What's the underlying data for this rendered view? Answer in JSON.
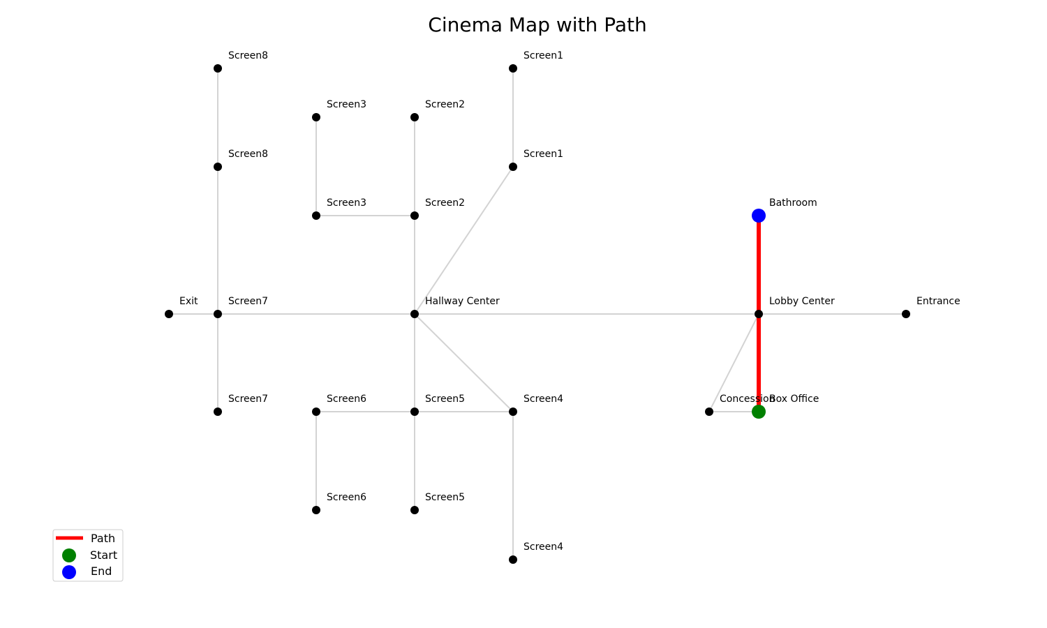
{
  "title": "Cinema Map with Path",
  "colors": {
    "edge": "#d3d3d3",
    "node": "#000000",
    "path": "#ff0000",
    "start": "#008000",
    "end": "#0000ff"
  },
  "nodes": [
    {
      "id": "screen8_top",
      "label": "Screen8"
    },
    {
      "id": "screen8_mid",
      "label": "Screen8"
    },
    {
      "id": "screen3_top",
      "label": "Screen3"
    },
    {
      "id": "screen3_mid",
      "label": "Screen3"
    },
    {
      "id": "screen2_top",
      "label": "Screen2"
    },
    {
      "id": "screen2_mid",
      "label": "Screen2"
    },
    {
      "id": "screen1_top",
      "label": "Screen1"
    },
    {
      "id": "screen1_mid",
      "label": "Screen1"
    },
    {
      "id": "bathroom",
      "label": "Bathroom"
    },
    {
      "id": "exit",
      "label": "Exit"
    },
    {
      "id": "screen7_mid",
      "label": "Screen7"
    },
    {
      "id": "hallway_center",
      "label": "Hallway Center"
    },
    {
      "id": "lobby_center",
      "label": "Lobby Center"
    },
    {
      "id": "entrance",
      "label": "Entrance"
    },
    {
      "id": "screen7_bot",
      "label": "Screen7"
    },
    {
      "id": "screen6_mid",
      "label": "Screen6"
    },
    {
      "id": "screen5_mid",
      "label": "Screen5"
    },
    {
      "id": "screen4_mid",
      "label": "Screen4"
    },
    {
      "id": "concession",
      "label": "Concession"
    },
    {
      "id": "box_office",
      "label": "Box Office"
    },
    {
      "id": "screen6_bot",
      "label": "Screen6"
    },
    {
      "id": "screen5_bot",
      "label": "Screen5"
    },
    {
      "id": "screen4_bot",
      "label": "Screen4"
    }
  ],
  "edges": [
    [
      "screen8_top",
      "screen8_mid"
    ],
    [
      "screen8_mid",
      "screen7_mid"
    ],
    [
      "screen3_top",
      "screen3_mid"
    ],
    [
      "screen3_mid",
      "screen2_mid"
    ],
    [
      "screen2_top",
      "screen2_mid"
    ],
    [
      "screen2_mid",
      "hallway_center"
    ],
    [
      "screen1_top",
      "screen1_mid"
    ],
    [
      "screen1_mid",
      "hallway_center"
    ],
    [
      "exit",
      "screen7_mid"
    ],
    [
      "screen7_mid",
      "hallway_center"
    ],
    [
      "screen7_mid",
      "screen7_bot"
    ],
    [
      "hallway_center",
      "lobby_center"
    ],
    [
      "hallway_center",
      "screen5_mid"
    ],
    [
      "hallway_center",
      "screen4_mid"
    ],
    [
      "lobby_center",
      "entrance"
    ],
    [
      "lobby_center",
      "concession"
    ],
    [
      "lobby_center",
      "bathroom"
    ],
    [
      "lobby_center",
      "box_office"
    ],
    [
      "concession",
      "box_office"
    ],
    [
      "screen6_mid",
      "screen5_mid"
    ],
    [
      "screen5_mid",
      "screen4_mid"
    ],
    [
      "screen6_mid",
      "screen6_bot"
    ],
    [
      "screen5_mid",
      "screen5_bot"
    ],
    [
      "screen4_mid",
      "screen4_bot"
    ]
  ],
  "path": [
    "box_office",
    "lobby_center",
    "bathroom"
  ],
  "start": "box_office",
  "end": "bathroom",
  "legend": {
    "path_label": "Path",
    "start_label": "Start",
    "end_label": "End"
  }
}
